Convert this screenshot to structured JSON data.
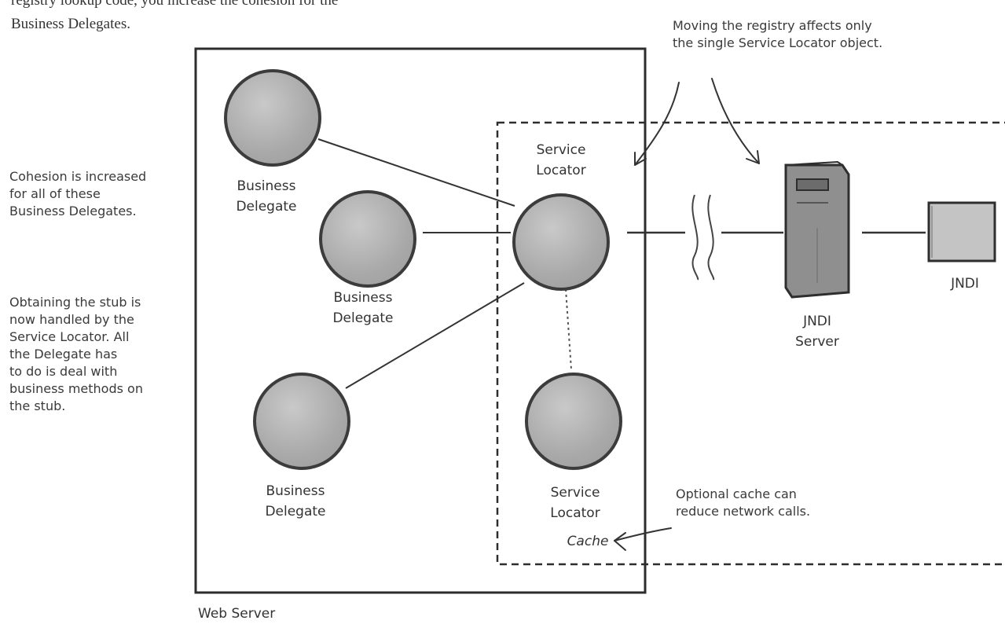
{
  "intro_text": {
    "line1": "registry lookup code, you increase the cohesion for the",
    "line2": "Business Delegates."
  },
  "notes": {
    "registry": [
      "Moving the registry affects only",
      "the single Service Locator object."
    ],
    "cohesion": [
      "Cohesion is increased",
      "for all of these",
      "Business Delegates."
    ],
    "stub": [
      "Obtaining the stub is",
      "now handled by the",
      "Service Locator. All",
      "the Delegate has",
      "to do is deal with",
      "business methods on",
      "the stub."
    ],
    "cache": [
      "Optional cache can",
      "reduce network calls."
    ]
  },
  "nodes": {
    "delegate_1": [
      "Business",
      "Delegate"
    ],
    "delegate_2": [
      "Business",
      "Delegate"
    ],
    "delegate_3": [
      "Business",
      "Delegate"
    ],
    "service_locator": [
      "Service",
      "Locator"
    ],
    "service_locator_cache": [
      "Service",
      "Locator"
    ],
    "cache_label": "Cache",
    "jndi_server": [
      "JNDI",
      "Server"
    ],
    "jndi": "JNDI"
  },
  "containers": {
    "web_server": "Web Server"
  }
}
